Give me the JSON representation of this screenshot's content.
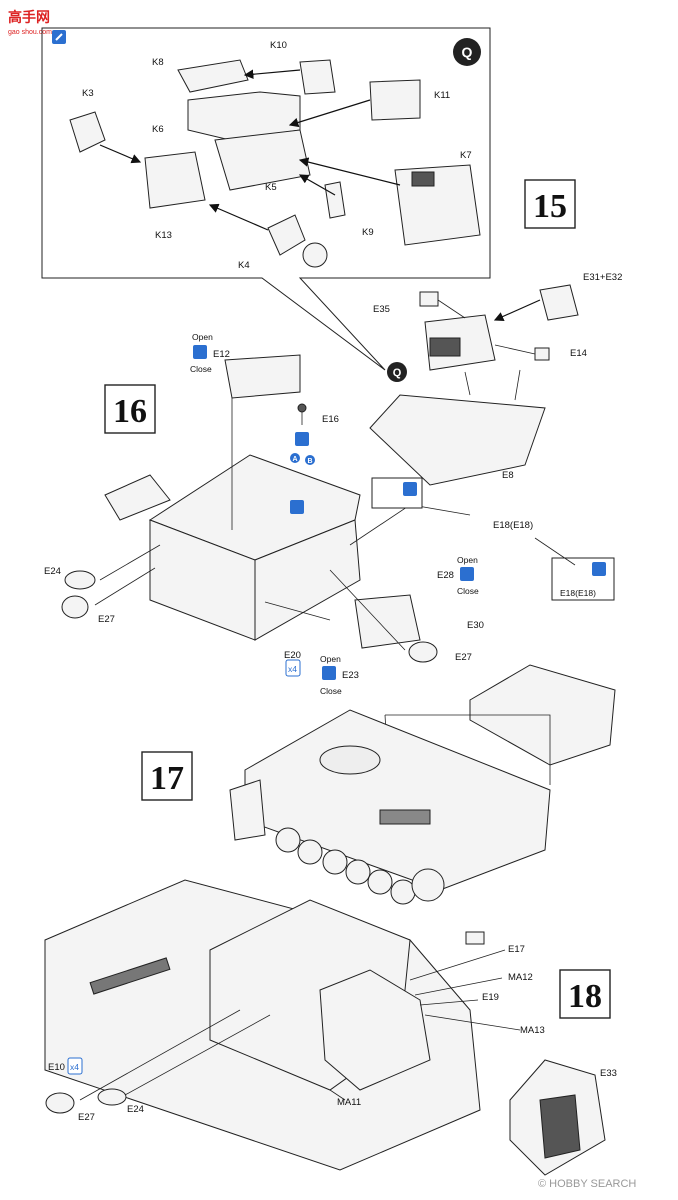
{
  "watermark": {
    "logo": "高手网",
    "site": "gao shou.com"
  },
  "box_q": {
    "badge": "Q",
    "parts": [
      "K10",
      "K8",
      "K11",
      "K3",
      "K6",
      "K7",
      "K5",
      "K9",
      "K13",
      "K4"
    ]
  },
  "steps": {
    "s15": "15",
    "s16": "16",
    "s17": "17",
    "s18": "18"
  },
  "step15": {
    "labels": [
      "E31+E32",
      "E35",
      "E14",
      "E8"
    ],
    "ref": "Q"
  },
  "step16": {
    "labels": [
      "E12",
      "E16",
      "E18(E18)",
      "E24",
      "E27",
      "E28",
      "E30",
      "E20",
      "E23",
      "E27"
    ],
    "open": "Open",
    "close": "Close",
    "qty_x4": "x4",
    "callout": "E18(E18)",
    "ab": [
      "A",
      "B"
    ]
  },
  "step18": {
    "labels": [
      "E17",
      "MA12",
      "E19",
      "MA13",
      "E33",
      "MA11",
      "E10",
      "E24",
      "E27"
    ],
    "qty_x4": "x4"
  },
  "footer": "© HOBBY SEARCH"
}
